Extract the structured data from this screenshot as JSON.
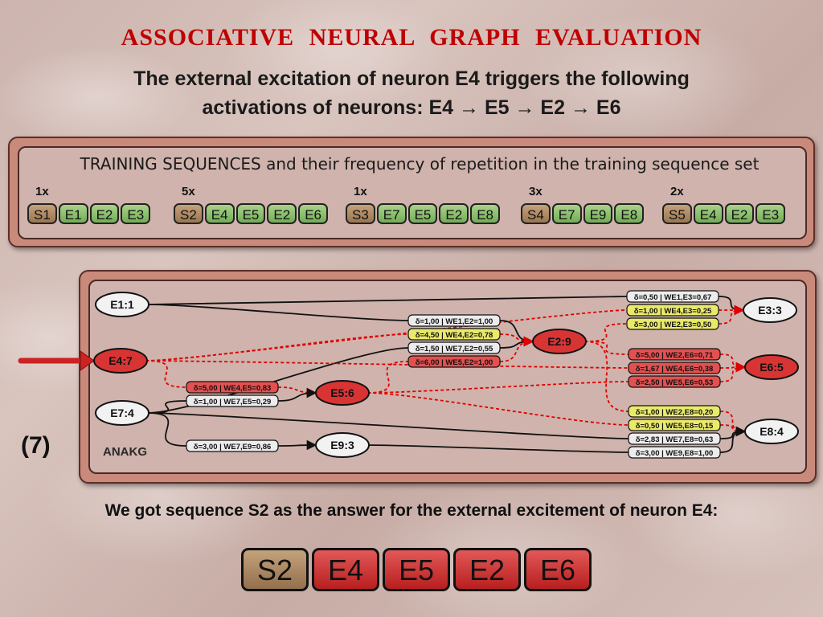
{
  "title": "ASSOCIATIVE  NEURAL  GRAPH  EVALUATION",
  "subtitle_line1": "The external excitation of neuron E4 triggers the following",
  "subtitle_line2": "activations of neurons: E4 → E5 → E2 → E6",
  "training": {
    "heading_caps": "TRAINING SEQUENCES",
    "heading_rest": " and their frequency of repetition in the training sequence set",
    "sequences": [
      {
        "freq": "1x",
        "items": [
          "S1",
          "E1",
          "E2",
          "E3"
        ]
      },
      {
        "freq": "5x",
        "items": [
          "S2",
          "E4",
          "E5",
          "E2",
          "E6"
        ]
      },
      {
        "freq": "1x",
        "items": [
          "S3",
          "E7",
          "E5",
          "E2",
          "E8"
        ]
      },
      {
        "freq": "3x",
        "items": [
          "S4",
          "E7",
          "E9",
          "E8"
        ]
      },
      {
        "freq": "2x",
        "items": [
          "S5",
          "E4",
          "E2",
          "E3"
        ]
      }
    ]
  },
  "graph": {
    "neurons": {
      "E1": {
        "label": "E1:1",
        "active": false
      },
      "E4": {
        "label": "E4:7",
        "active": true
      },
      "E7": {
        "label": "E7:4",
        "active": false
      },
      "E5": {
        "label": "E5:6",
        "active": true
      },
      "E9": {
        "label": "E9:3",
        "active": false
      },
      "E2": {
        "label": "E2:9",
        "active": true
      },
      "E3": {
        "label": "E3:3",
        "active": false
      },
      "E6": {
        "label": "E6:5",
        "active": true
      },
      "E8": {
        "label": "E8:4",
        "active": false
      }
    },
    "connections": [
      {
        "from": "E1",
        "to": "E3",
        "label": "δ=0,50 | WE1,E3=0,67",
        "type": "plain",
        "active": false
      },
      {
        "from": "E4",
        "to": "E3",
        "label": "δ=1,00 | WE4,E3=0,25",
        "type": "yellow",
        "active": true
      },
      {
        "from": "E2",
        "to": "E3",
        "label": "δ=3,00 | WE2,E3=0,50",
        "type": "yellow",
        "active": true
      },
      {
        "from": "E1",
        "to": "E2",
        "label": "δ=1,00 | WE1,E2=1,00",
        "type": "plain",
        "active": false
      },
      {
        "from": "E4",
        "to": "E2",
        "label": "δ=4,50 | WE4,E2=0,78",
        "type": "yellow",
        "active": true
      },
      {
        "from": "E7",
        "to": "E2",
        "label": "δ=1,50 | WE7,E2=0,55",
        "type": "plain",
        "active": false
      },
      {
        "from": "E5",
        "to": "E2",
        "label": "δ=6,00 | WE5,E2=1,00",
        "type": "red",
        "active": true
      },
      {
        "from": "E2",
        "to": "E6",
        "label": "δ=5,00 | WE2,E6=0,71",
        "type": "red",
        "active": true
      },
      {
        "from": "E4",
        "to": "E6",
        "label": "δ=1,67 | WE4,E6=0,38",
        "type": "red",
        "active": true
      },
      {
        "from": "E5",
        "to": "E6",
        "label": "δ=2,50 | WE5,E6=0,53",
        "type": "red",
        "active": true
      },
      {
        "from": "E4",
        "to": "E5",
        "label": "δ=5,00 | WE4,E5=0,83",
        "type": "red",
        "active": true
      },
      {
        "from": "E7",
        "to": "E5",
        "label": "δ=1,00 | WE7,E5=0,29",
        "type": "plain",
        "active": false
      },
      {
        "from": "E2",
        "to": "E8",
        "label": "δ=1,00 | WE2,E8=0,20",
        "type": "yellow",
        "active": true
      },
      {
        "from": "E5",
        "to": "E8",
        "label": "δ=0,50 | WE5,E8=0,15",
        "type": "yellow",
        "active": true
      },
      {
        "from": "E7",
        "to": "E8",
        "label": "δ=2,83 | WE7,E8=0,63",
        "type": "plain",
        "active": false
      },
      {
        "from": "E9",
        "to": "E8",
        "label": "δ=3,00 | WE9,E8=1,00",
        "type": "plain",
        "active": false
      },
      {
        "from": "E7",
        "to": "E9",
        "label": "δ=3,00 | WE7,E9=0,86",
        "type": "plain",
        "active": false
      }
    ],
    "step_label": "(7)",
    "caption": "ANAKG"
  },
  "answer_text": "We got sequence S2 as the answer for the external excitement of neuron E4:",
  "answer_sequence": [
    "S2",
    "E4",
    "E5",
    "E2",
    "E6"
  ],
  "colors": {
    "title": "#c00000",
    "active_neuron": "#d93434",
    "inactive_neuron": "#f2f2f2",
    "active_edge": "#e00000",
    "yellow_label": "#e9ea6a",
    "red_label": "#e45050",
    "plain_label": "#ececec",
    "sensor_cell": "#b08a62",
    "element_cell": "#8cc26c"
  }
}
